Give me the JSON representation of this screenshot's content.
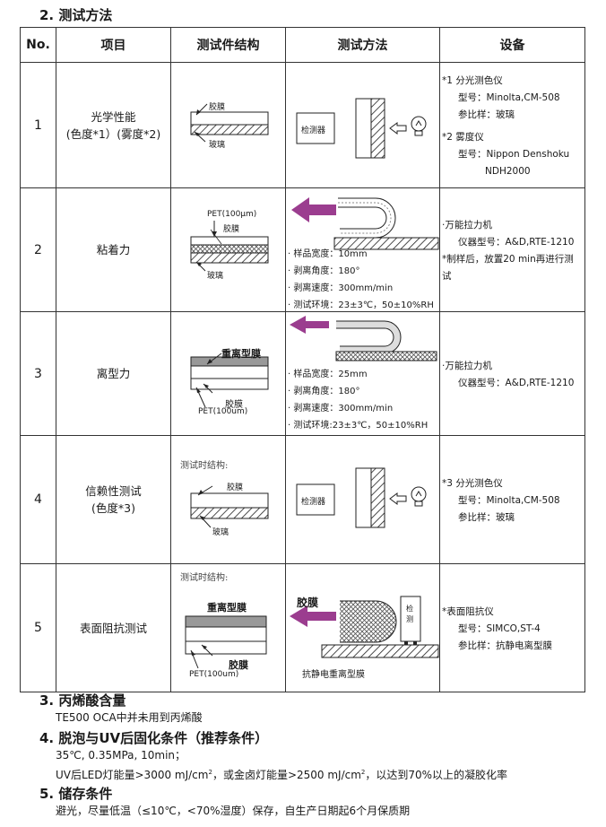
{
  "section2_title": "2. 测试方法",
  "headers": {
    "no": "No.",
    "item": "项目",
    "structure": "测试件结构",
    "method": "测试方法",
    "equipment": "设备"
  },
  "rows": [
    {
      "no": "1",
      "item_l1": "光学性能",
      "item_l2": "(色度*1）(雾度*2)",
      "struct_labels": {
        "glue": "胶膜",
        "glass": "玻璃"
      },
      "detector": "检测器",
      "equipment": [
        "*1 分光测色仪",
        "型号：Minolta,CM-508",
        "参比样：玻璃",
        "*2 雾度仪",
        "型号：Nippon Denshoku",
        "NDH2000"
      ]
    },
    {
      "no": "2",
      "item_l1": "粘着力",
      "struct_labels": {
        "pet": "PET(100μm)",
        "glue": "胶膜",
        "glass": "玻璃"
      },
      "params": [
        "· 样品宽度：10mm",
        "· 剥离角度：180°",
        "· 剥离速度：300mm/min",
        "· 测试环境：23±3℃，50±10%RH"
      ],
      "equipment": [
        "·万能拉力机",
        "仪器型号：A&D,RTE-1210",
        "*制样后，放置20 min再进行测试"
      ]
    },
    {
      "no": "3",
      "item_l1": "离型力",
      "struct_labels": {
        "heavy": "重离型膜",
        "glue": "胶膜",
        "pet": "PET(100um)"
      },
      "params": [
        "· 样品宽度：25mm",
        "· 剥离角度：180°",
        "· 剥离速度：300mm/min",
        "· 测试环境:23±3℃，50±10%RH"
      ],
      "equipment": [
        "·万能拉力机",
        "仪器型号：A&D,RTE-1210"
      ]
    },
    {
      "no": "4",
      "item_l1": "信赖性测试",
      "item_l2": "(色度*3)",
      "struct_caption": "测试时结构:",
      "struct_labels": {
        "glue": "胶膜",
        "glass": "玻璃"
      },
      "detector": "检测器",
      "equipment": [
        "*3 分光测色仪",
        "型号：Minolta,CM-508",
        "参比样：玻璃"
      ]
    },
    {
      "no": "5",
      "item_l1": "表面阻抗测试",
      "struct_caption": "测试时结构:",
      "struct_labels": {
        "heavy": "重离型膜",
        "glue": "胶膜",
        "pet": "PET(100um)"
      },
      "method_labels": {
        "glue": "胶膜",
        "probe_a": "检",
        "probe_b": "测",
        "bottom": "抗静电重离型膜"
      },
      "equipment": [
        "*表面阻抗仪",
        "型号：SIMCO,ST-4",
        "参比样：抗静电离型膜"
      ]
    }
  ],
  "sec3": {
    "title": "3. 丙烯酸含量",
    "text": "TE500 OCA中并未用到丙烯酸"
  },
  "sec4": {
    "title": "4. 脱泡与UV后固化条件（推荐条件）",
    "l1": "35℃, 0.35MPa, 10min；",
    "l2a": "UV后LED灯能量>3000 mJ/cm",
    "l2b": "，或金卤灯能量>2500 mJ/cm",
    "l2c": "，以达到70%以上的凝胶化率",
    "sup": "2"
  },
  "sec5": {
    "title": "5. 储存条件",
    "text": "避光，尽量低温（≤10℃，<70%湿度）保存，自生产日期起6个月保质期"
  }
}
